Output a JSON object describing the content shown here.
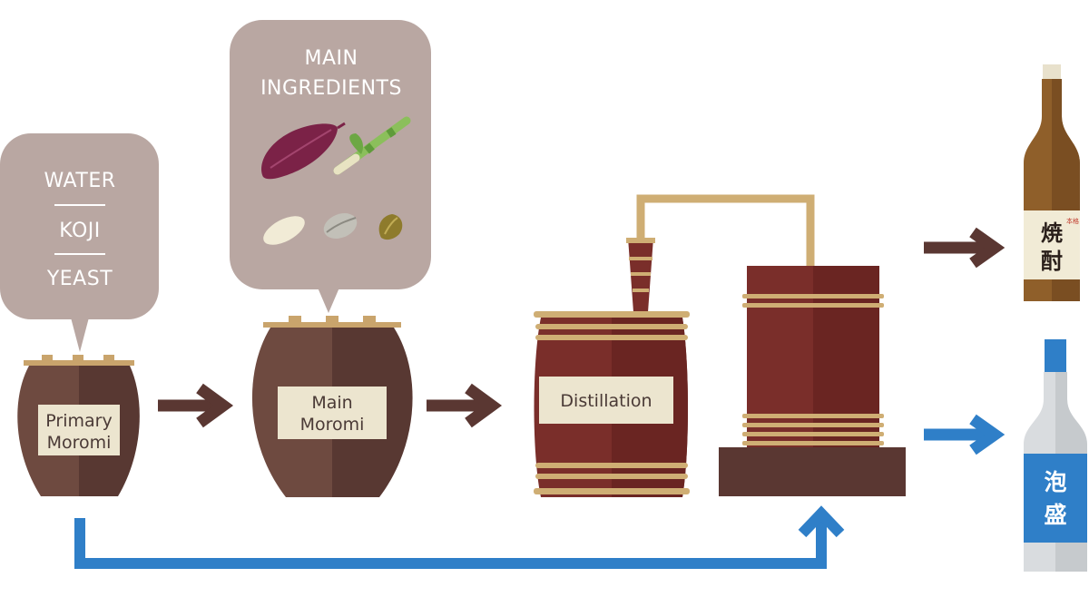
{
  "bubbles": {
    "primary": {
      "lines": [
        "WATER",
        "KOJI",
        "YEAST"
      ]
    },
    "main": {
      "title_line1": "MAIN",
      "title_line2": "INGREDIENTS"
    }
  },
  "vessels": {
    "primary_moromi": {
      "line1": "Primary",
      "line2": "Moromi"
    },
    "main_moromi": {
      "line1": "Main",
      "line2": "Moromi"
    },
    "still": {
      "label": "Distillation"
    }
  },
  "bottles": {
    "shochu": {
      "kanji1": "焼",
      "kanji2": "酎",
      "seal": "本格"
    },
    "awamori": {
      "kanji1": "泡",
      "kanji2": "盛"
    }
  },
  "colors": {
    "bubble": "#b9a7a2",
    "pot_left": "#6e4a40",
    "pot_right": "#583832",
    "barrel": "#7a2e2a",
    "gold": "#cfae74",
    "arrow_brown": "#5a3732",
    "arrow_blue": "#2f7fc8",
    "label_bg": "#ece5cf"
  }
}
